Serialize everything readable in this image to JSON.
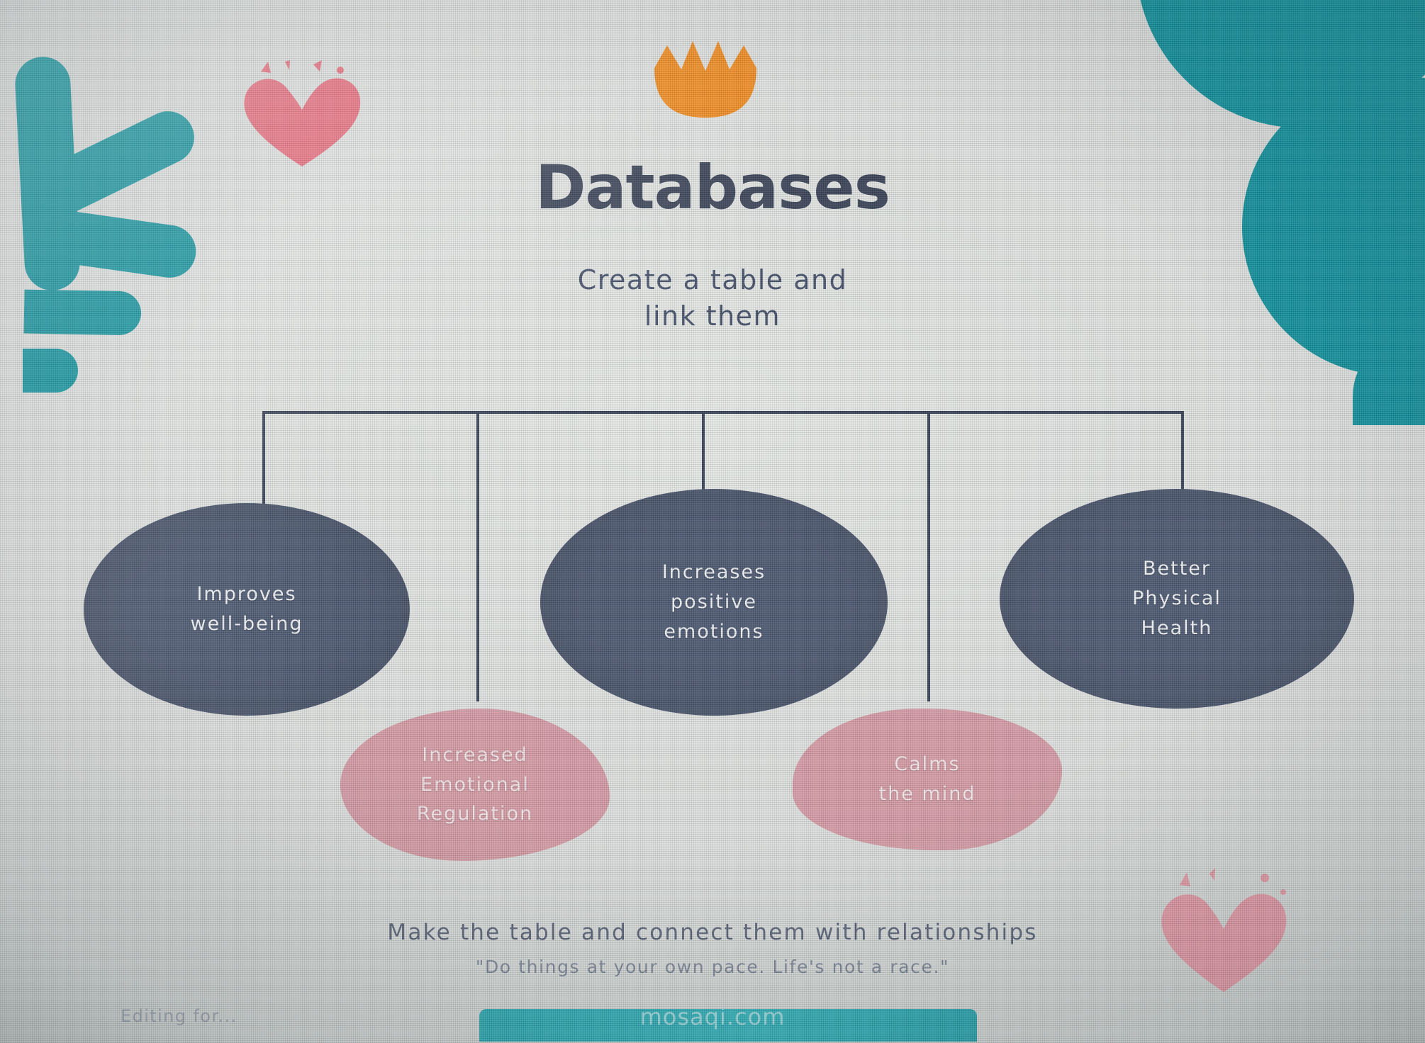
{
  "slide": {
    "title": "Databases",
    "subtitle_line1": "Create a table and",
    "subtitle_line2": "link them",
    "caption": "Make the table and connect them with relationships",
    "quote": "\"Do things at your own pace. Life's not a race.\"",
    "credit": "Editing for...",
    "footer_text": "mosaqi.com"
  },
  "nodes": {
    "ovals": [
      {
        "line1": "Improves",
        "line2": "well-being",
        "line3": ""
      },
      {
        "line1": "Increases",
        "line2": "positive",
        "line3": "emotions"
      },
      {
        "line1": "Better",
        "line2": "Physical",
        "line3": "Health"
      }
    ],
    "blobs": [
      {
        "line1": "Increased",
        "line2": "Emotional",
        "line3": "Regulation"
      },
      {
        "line1": "Calms",
        "line2": "the mind",
        "line3": ""
      }
    ]
  },
  "colors": {
    "title": "#3b4458",
    "subtitle": "#45506a",
    "oval_fill": "#4e5a72",
    "blob_fill": "#d49aa4",
    "teal": "#14929d",
    "orange": "#ef8b21",
    "coral": "#e8697a",
    "connector": "#3a4358",
    "footer_bar": "#33afb8",
    "background": "#dcdfdd"
  }
}
